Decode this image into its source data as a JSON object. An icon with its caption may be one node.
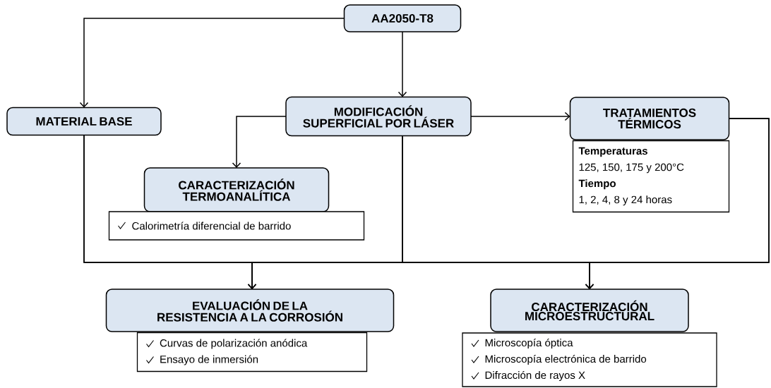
{
  "diagram": {
    "nodes": [
      {
        "text": [
          "AA2050-T8"
        ]
      },
      {
        "text": [
          "MATERIAL BASE"
        ]
      },
      {
        "text": [
          "MODIFICACIÓN SUPERFICIAL POR LÁSER"
        ]
      },
      {
        "text": [
          "TRATAMIENTOS TÉRMICOS"
        ]
      },
      {
        "text": [
          "Temperaturas",
          "125, 150, 175 y 200°C",
          "Tiempo",
          "1, 2, 4, 8 y 24 horas"
        ]
      },
      {
        "text": [
          "CARACTERIZACIÓN TERMOANALÍTICA"
        ]
      },
      {
        "text": [
          "Calorimetría diferencial de barrido"
        ]
      },
      {
        "text": [
          "EVALUACIÓN DE LA RESISTENCIA A LA CORROSIÓN"
        ]
      },
      {
        "text": [
          "Curvas de polarización anódica",
          "Ensayo de inmersión"
        ]
      },
      {
        "text": [
          "CARACTERIZACIÓN MICROESTRUCTURAL"
        ]
      },
      {
        "text": [
          "Microscopía óptica",
          "Microscopía electrónica de barrido",
          "Difracción de rayos X"
        ]
      }
    ],
    "edges": [
      {
        "from": 0,
        "to": 1,
        "arrow": "to"
      },
      {
        "from": 0,
        "to": 2,
        "arrow": "to"
      },
      {
        "from": 2,
        "to": 3,
        "arrow": "to"
      },
      {
        "from": 2,
        "to": 5,
        "arrow": "to"
      },
      {
        "from": 1,
        "to": 7,
        "arrow": "to"
      },
      {
        "from": 1,
        "to": 9,
        "arrow": "to"
      },
      {
        "from": 2,
        "to": 7,
        "arrow": "to"
      },
      {
        "from": 2,
        "to": 9,
        "arrow": "to"
      },
      {
        "from": 3,
        "to": 7,
        "arrow": "to"
      },
      {
        "from": 3,
        "to": 9,
        "arrow": "to"
      }
    ]
  }
}
